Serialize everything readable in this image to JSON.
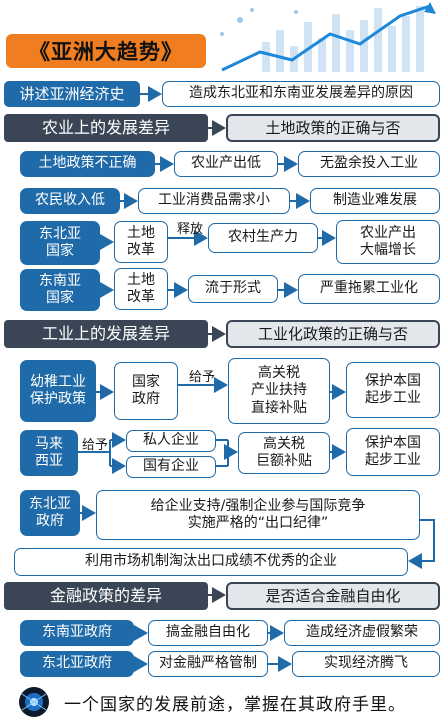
{
  "header": {
    "title": "《亚洲大趋势》"
  },
  "intro": {
    "label": "讲述亚洲经济史",
    "result": "造成东北亚和东南亚发展差异的原因"
  },
  "agri": {
    "heading": "农业上的发展差异",
    "summary": "土地政策的正确与否",
    "row1": {
      "a": "土地政策不正确",
      "b": "农业产出低",
      "c": "无盈余投入工业"
    },
    "row2": {
      "a": "农民收入低",
      "b": "工业消费品需求小",
      "c": "制造业难发展"
    },
    "row3": {
      "a": "东北亚\n国家",
      "b": "土地\n改革",
      "rel": "释放",
      "c": "农村生产力",
      "d": "农业产出\n大幅增长"
    },
    "row4": {
      "a": "东南亚\n国家",
      "b": "土地\n改革",
      "c": "流于形式",
      "d": "严重拖累工业化"
    }
  },
  "industry": {
    "heading": "工业上的发展差异",
    "summary": "工业化政策的正确与否",
    "row1": {
      "a": "幼稚工业\n保护政策",
      "b": "国家\n政府",
      "rel": "给予",
      "c": "高关税\n产业扶持\n直接补贴",
      "d": "保护本国\n起步工业"
    },
    "row2": {
      "a": "马来\n西亚",
      "rel": "给予",
      "b1": "私人企业",
      "b2": "国有企业",
      "c": "高关税\n巨额补贴",
      "d": "保护本国\n起步工业"
    },
    "row3": {
      "a": "东北亚\n政府",
      "b": "给企业支持/强制企业参与国际竞争\n实施严格的“出口纪律”"
    },
    "row4": {
      "text": "利用市场机制淘汰出口成绩不优秀的企业"
    }
  },
  "finance": {
    "heading": "金融政策的差异",
    "summary": "是否适合金融自由化",
    "row1": {
      "a": "东南亚政府",
      "b": "搞金融自由化",
      "c": "造成经济虚假繁荣"
    },
    "row2": {
      "a": "东北亚政府",
      "b": "对金融严格管制",
      "c": "实现经济腾飞"
    }
  },
  "footer": {
    "quote": "一个国家的发展前途，掌握在其政府手里。"
  },
  "colors": {
    "blue": "#1f6aa8",
    "dark": "#3a4656",
    "orange": "#f07d1f",
    "gray": "#e3e7ec"
  }
}
